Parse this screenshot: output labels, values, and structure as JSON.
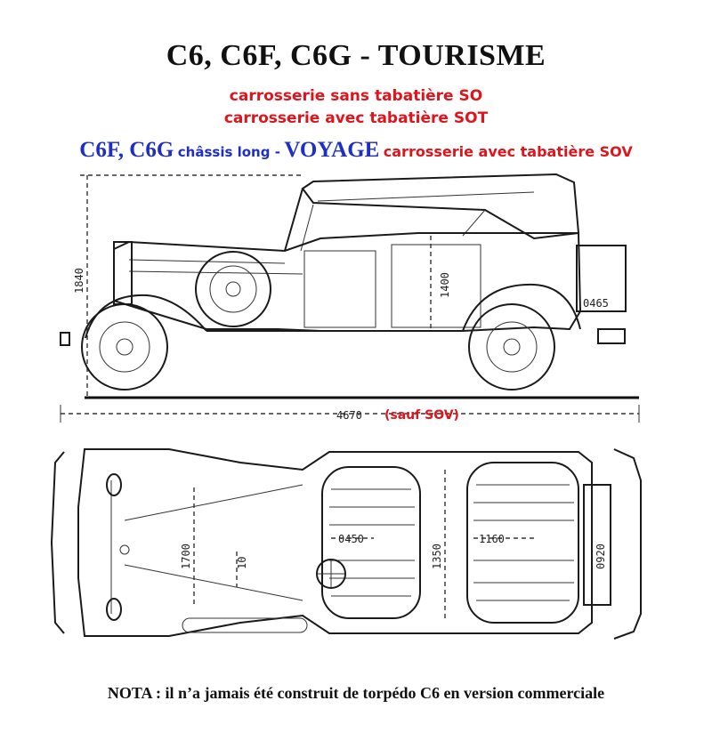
{
  "title": "C6, C6F, C6G  -  TOURISME",
  "subtitle_lines": [
    "carrosserie sans tabatière  SO",
    "carrosserie avec tabatière  SOT"
  ],
  "voyage_line": {
    "models": "C6F, C6G",
    "chassis": "châssis long -",
    "voyage": "VOYAGE",
    "carrosserie": "carrosserie avec tabatière  SOV"
  },
  "side_view": {
    "height_dim": "1840",
    "interior_height_dim": "1400",
    "rear_dim": "0465",
    "length_dim": "4670",
    "length_note": "(sauf SOV)"
  },
  "top_view": {
    "front_track_dim": "1700",
    "seat_width_front": "0450",
    "body_width": "1350",
    "seat_width_rear": "1160",
    "rear_dim": "0920",
    "center_small": "10"
  },
  "nota": "NOTA : il n’a jamais été construit de torpédo C6 en version commerciale",
  "colors": {
    "red": "#e0141b",
    "blue": "#1f2fc4"
  }
}
